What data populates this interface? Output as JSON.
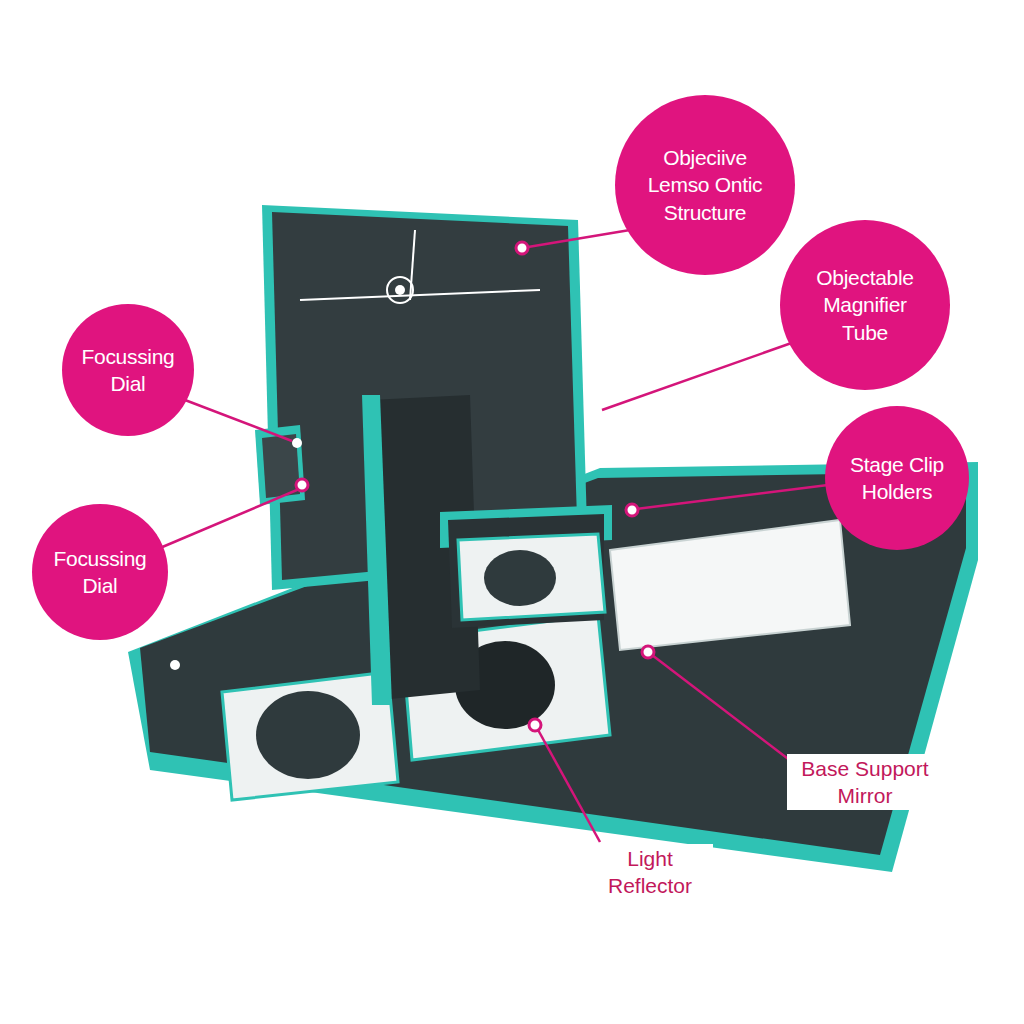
{
  "diagram": {
    "nodes": [
      {
        "text": [
          "Objeciive Lemso Ontic Structure"
        ]
      },
      {
        "text": [
          "Objectable Magnifier Tube"
        ]
      },
      {
        "text": [
          "Focussing Dial"
        ]
      },
      {
        "text": [
          "Stage Clip Holders"
        ]
      },
      {
        "text": [
          "Focussing Dial"
        ]
      }
    ],
    "labels": [
      "Base Support Mirror",
      "Light Reflector"
    ]
  }
}
